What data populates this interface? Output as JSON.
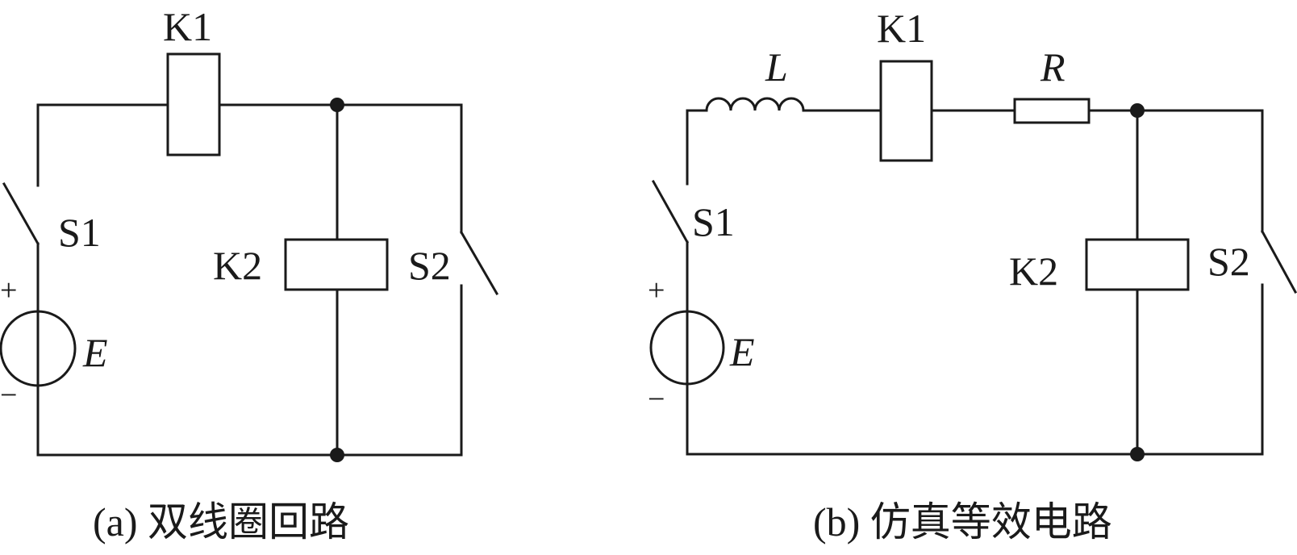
{
  "circuit_a": {
    "caption": "(a) 双线圈回路",
    "labels": {
      "k1": "K1",
      "k2": "K2",
      "s1": "S1",
      "s2": "S2",
      "e": "E",
      "plus": "+",
      "minus": "−"
    }
  },
  "circuit_b": {
    "caption": "(b) 仿真等效电路",
    "labels": {
      "l": "L",
      "k1": "K1",
      "r": "R",
      "k2": "K2",
      "s1": "S1",
      "s2": "S2",
      "e": "E",
      "plus": "+",
      "minus": "−"
    }
  }
}
